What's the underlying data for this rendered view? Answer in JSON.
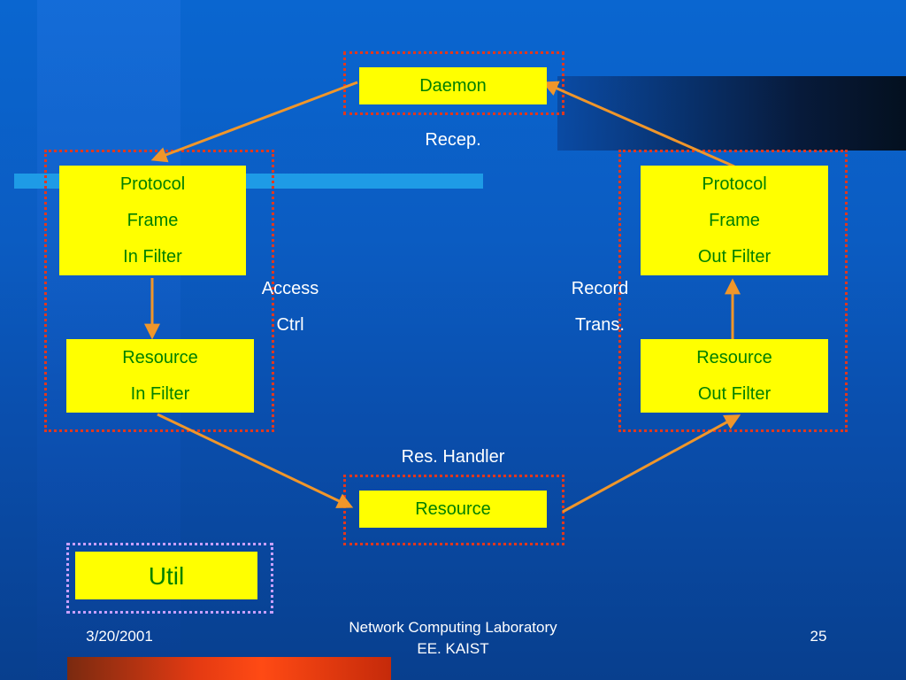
{
  "nodes": {
    "daemon": "Daemon",
    "protocol_frame_in_filter": [
      "Protocol",
      "Frame",
      "In Filter"
    ],
    "protocol_frame_out_filter": [
      "Protocol",
      "Frame",
      "Out Filter"
    ],
    "resource_in_filter": [
      "Resource",
      "In Filter"
    ],
    "resource_out_filter": [
      "Resource",
      "Out Filter"
    ],
    "resource": "Resource",
    "util": "Util"
  },
  "labels": {
    "recep": "Recep.",
    "access_ctrl": [
      "Access",
      "Ctrl"
    ],
    "record_trans": [
      "Record",
      "Trans."
    ],
    "res_handler": "Res. Handler"
  },
  "footer": {
    "date": "3/20/2001",
    "lab": "Network Computing Laboratory",
    "dept": "EE. KAIST",
    "page_number": "25"
  },
  "colors": {
    "box_fill": "#ffff00",
    "box_text": "#008000",
    "arrow": "#f0962a",
    "dashed_red": "#e0381e",
    "dashed_purple": "#c8a0ff"
  }
}
